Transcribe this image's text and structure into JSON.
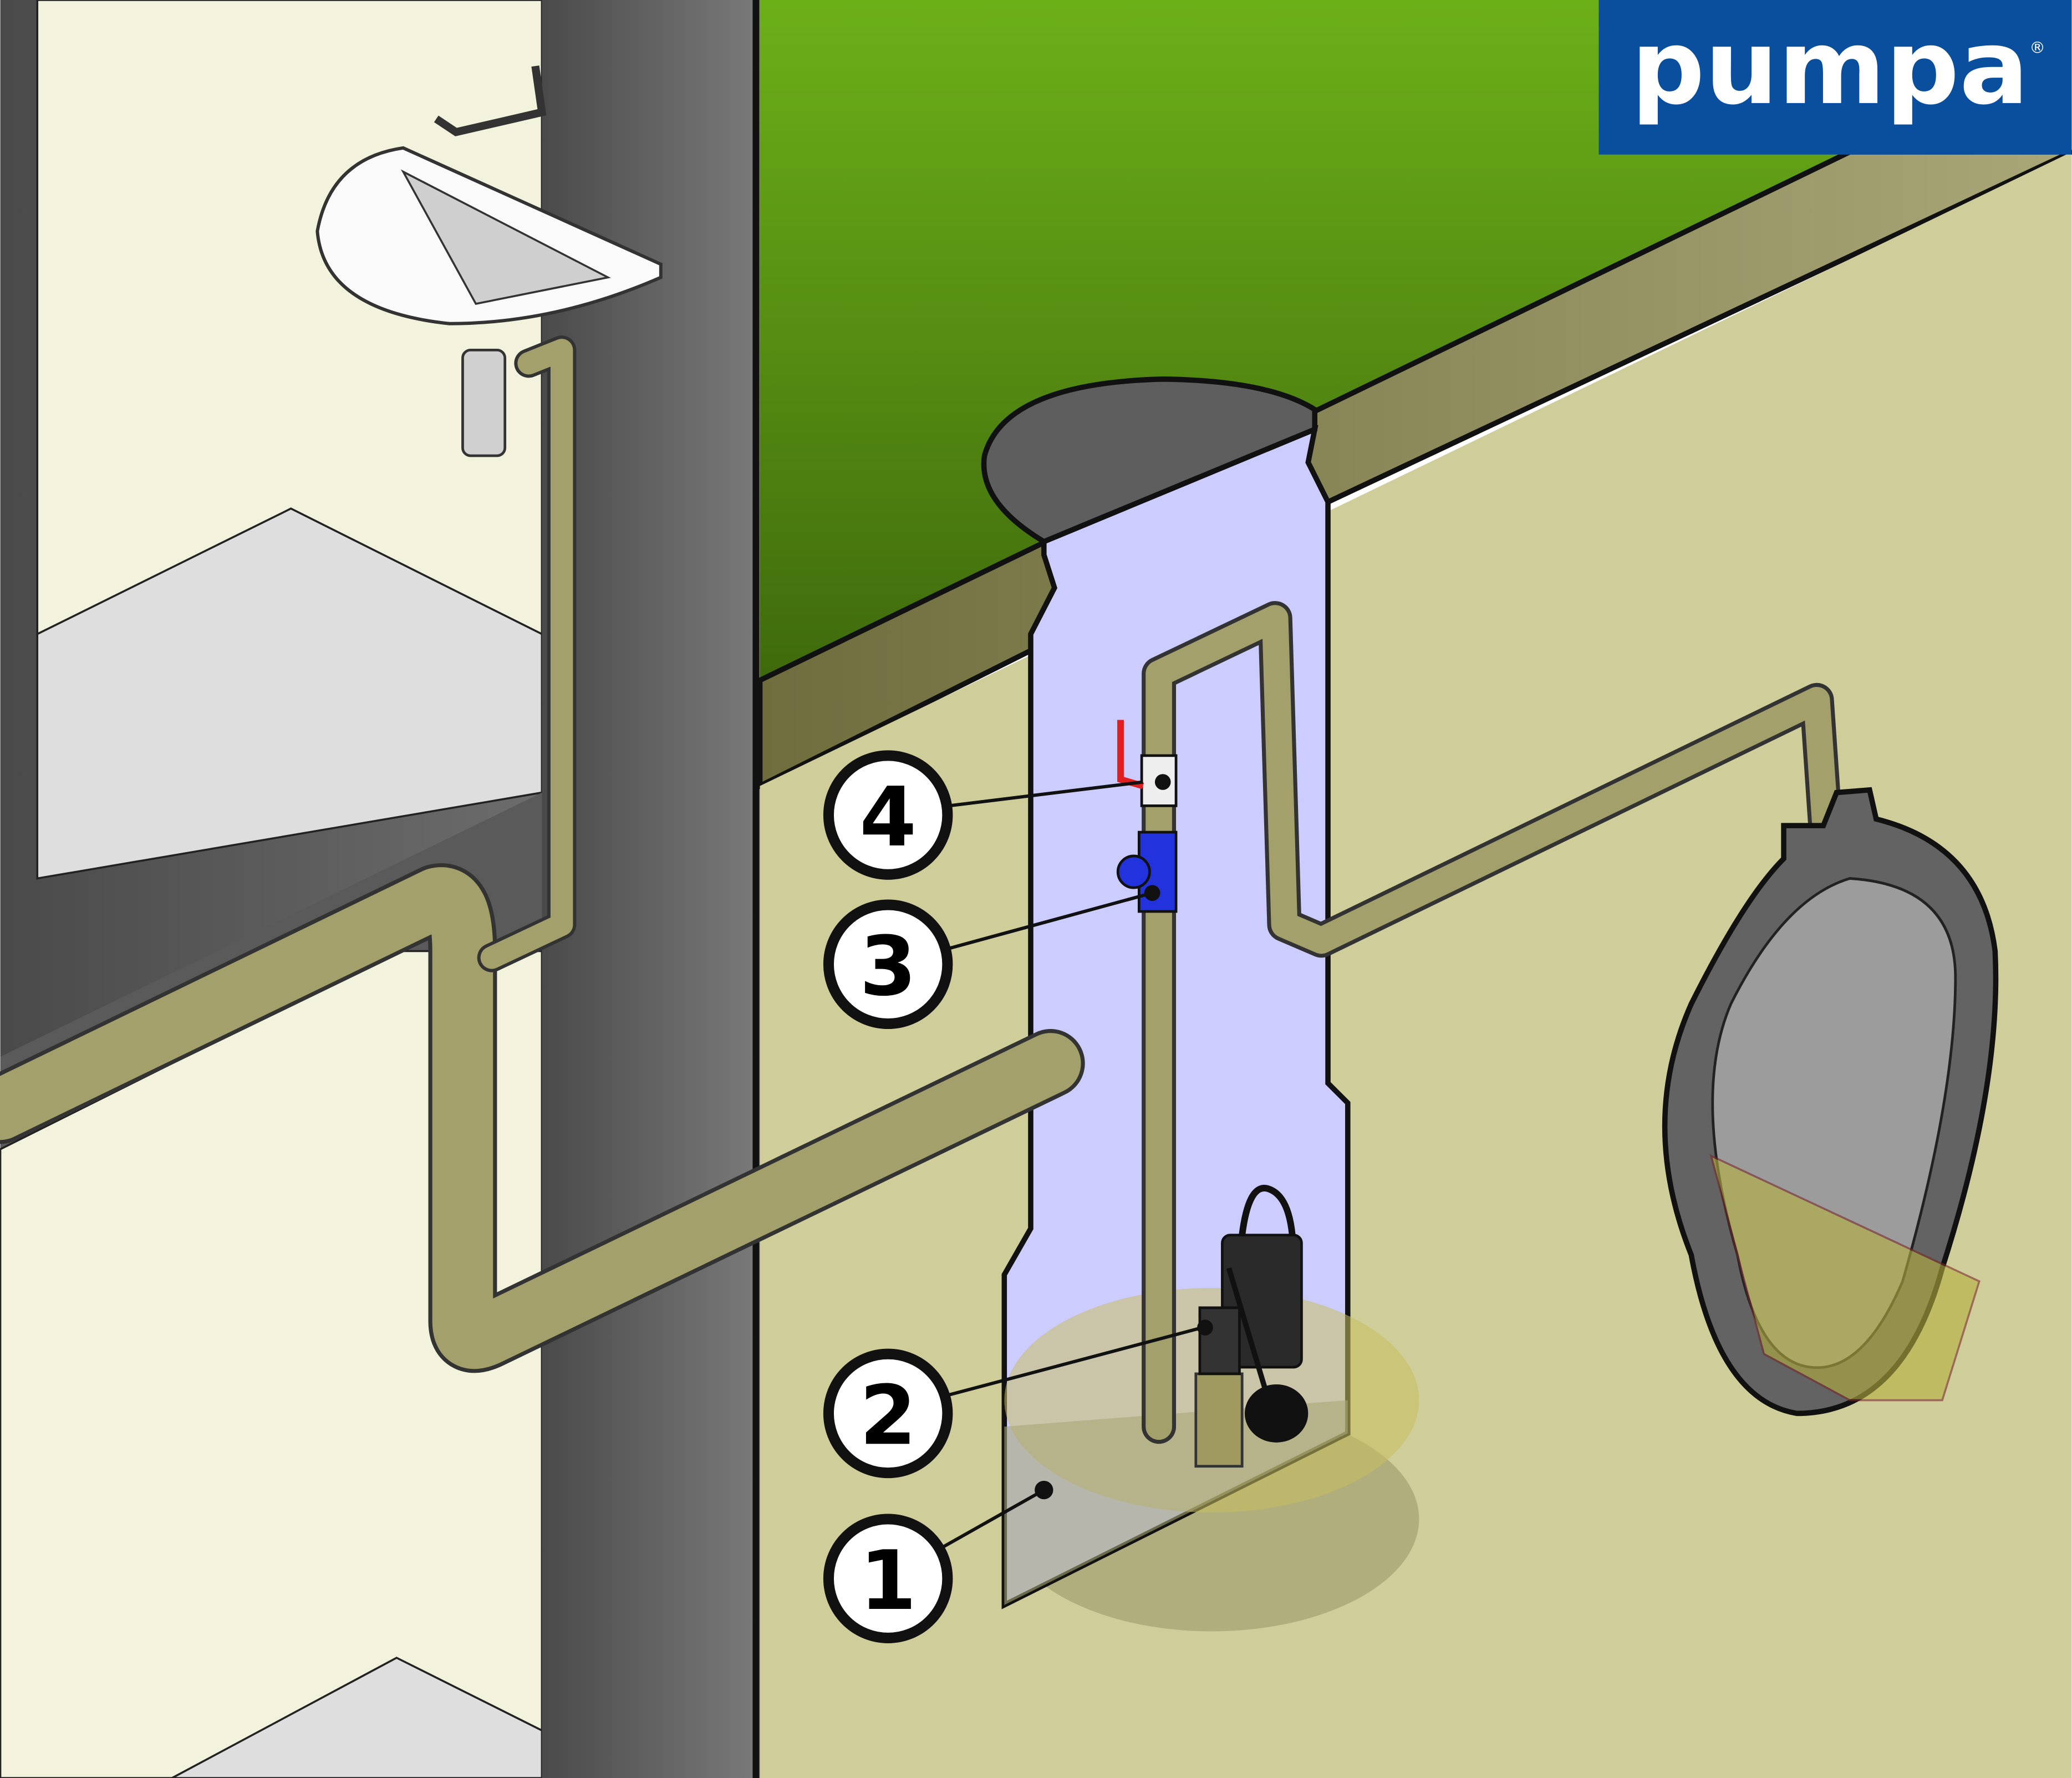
{
  "logo": {
    "text": "pumpa",
    "registered": "®",
    "color": "#0a4f9e"
  },
  "callouts": [
    {
      "label": "1"
    },
    {
      "label": "2"
    },
    {
      "label": "3"
    },
    {
      "label": "4"
    }
  ],
  "colors": {
    "grass": "#5e9a12",
    "ground": "#cfcd9a",
    "shaft": "#ccccff",
    "pipe": "#a3a06c",
    "wall": "#6e6e6e",
    "room": "#f3f2dc",
    "valve_red": "#e02020",
    "check_valve_blue": "#2233dd"
  }
}
